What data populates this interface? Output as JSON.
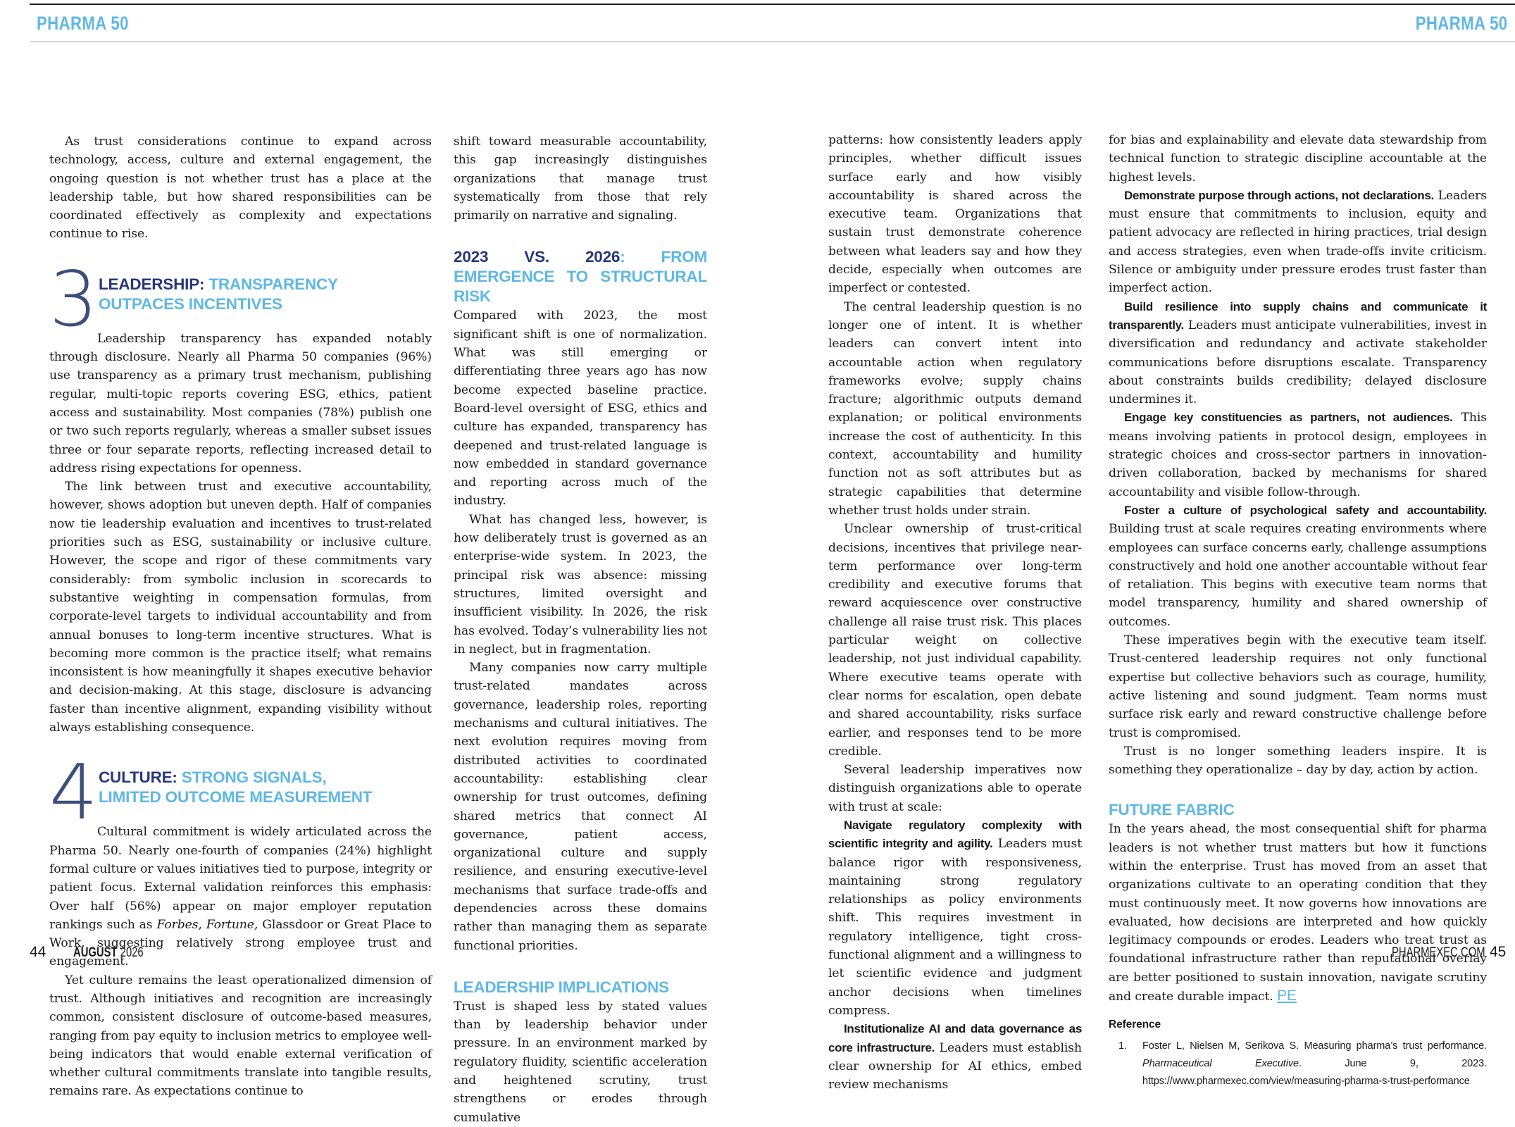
{
  "header": {
    "brand_left": "PHARMA 50",
    "brand_right": "PHARMA 50"
  },
  "col1": {
    "intro": "As trust considerations continue to expand across technology, access, culture and external engagement, the ongoing question is not whether trust has a place at the leadership table, but how shared responsibilities can be coordinated effectively as complexity and expectations continue to rise.",
    "s3": {
      "num": "3",
      "head_navy": "LEADERSHIP:",
      "head_cyan_1": " TRANSPARENCY",
      "head_cyan_2": "OUTPACES INCENTIVES",
      "p1": "Leadership transparency has expanded notably through disclosure. Nearly all Pharma 50 companies (96%) use transparency as a primary trust mechanism, publishing regular, multi-topic reports covering ESG, ethics, patient access and sustainability. Most companies (78%) publish one or two such reports regularly, whereas a smaller subset issues three or four separate reports, reflecting increased detail to address rising expectations for openness.",
      "p2": "The link between trust and executive accountability, however, shows adoption but uneven depth. Half of companies now tie leadership evaluation and incentives to trust-related priorities such as ESG, sustainability or inclusive culture. However, the scope and rigor of these commitments vary considerably: from symbolic inclusion in scorecards to substantive weighting in compensation formulas, from corporate-level targets to individual accountability and from annual bonuses to long-term incentive structures. What is becoming more common is the practice itself; what remains inconsistent is how meaningfully it shapes executive behavior and decision-making. At this stage, disclosure is advancing faster than incentive alignment, expanding visibility without always establishing consequence."
    },
    "s4": {
      "num": "4",
      "head_navy": "CULTURE:",
      "head_cyan_1": " STRONG SIGNALS,",
      "head_cyan_2": "LIMITED OUTCOME MEASUREMENT",
      "p1_a": "Cultural commitment is widely articulated across the Pharma 50. Nearly one-fourth of companies (24%) highlight formal culture or values initiatives tied to purpose, integrity or patient focus. External validation reinforces this emphasis: Over half (56%) appear on major employer reputation rankings such as ",
      "p1_forbes": "Forbes",
      "p1_comma": ", ",
      "p1_fortune": "Fortune,",
      "p1_b": " Glassdoor or Great Place to Work, suggesting relatively strong employee trust and engagement.",
      "p2": "Yet culture remains the least operationalized dimension of trust. Although initiatives and recognition are increasingly common, consistent disclosure of outcome-based measures, ranging from pay equity to inclusion metrics to employee well-being indicators that would enable external verification of whether cultural commitments translate into tangible results, remains rare. As expectations continue to"
    }
  },
  "col2": {
    "p0": "shift toward measurable accountability, this gap increasingly distinguishes organizations that manage trust systematically from those that rely primarily on narrative and signaling.",
    "h_navy": "2023 VS. 2026",
    "h_cyan": ": FROM EMERGENCE TO STRUCTURAL RISK",
    "p1": "Compared with 2023, the most significant shift is one of normalization. What was still emerging or differentiating three years ago has now become expected baseline practice. Board-level oversight of ESG, ethics and culture has expanded, transparency has deepened and trust-related language is now embedded in standard governance and reporting across much of the industry.",
    "p2": "What has changed less, however, is how deliberately trust is governed as an enterprise-wide system. In 2023, the principal risk was absence: missing structures, limited oversight and insufficient visibility. In 2026, the risk has evolved. Today’s vulnerability lies not in neglect, but in fragmentation.",
    "p3": "Many companies now carry multiple trust-related mandates across governance, leadership roles, reporting mechanisms and cultural initiatives. The next evolution requires moving from distributed activities to coordinated accountability: establishing clear ownership for trust outcomes, defining shared metrics that connect AI governance, patient access, organizational culture and supply resilience, and ensuring executive-level mechanisms that surface trade-offs and dependencies across these domains rather than managing them as separate functional priorities.",
    "h2": "LEADERSHIP IMPLICATIONS",
    "p4": "Trust is shaped less by stated values than by leadership behavior under pressure. In an environment marked by regulatory fluidity, scientific acceleration and heightened scrutiny, trust strengthens or erodes through cumulative"
  },
  "col3": {
    "p0": "patterns: how consistently leaders apply principles, whether difficult issues surface early and how visibly accountability is shared across the executive team. Organizations that sustain trust demonstrate coherence between what leaders say and how they decide, especially when outcomes are imperfect or contested.",
    "p1": "The central leadership question is no longer one of intent. It is whether leaders can convert intent into accountable action when regulatory frameworks evolve; supply chains fracture; algorithmic outputs demand explanation; or political environments increase the cost of authenticity. In this context, accountability and humility function not as soft attributes but as strategic capabilities that determine whether trust holds under strain.",
    "p2": "Unclear ownership of trust-critical decisions, incentives that privilege near-term performance over long-term credibility and executive forums that reward acquiescence over constructive challenge all raise trust risk. This places particular weight on collective leadership, not just individual capability. Where executive teams operate with clear norms for escalation, open debate and shared accountability, risks surface earlier, and responses tend to be more credible.",
    "p3": "Several leadership imperatives now distinguish organizations able to operate with trust at scale:",
    "p4_lead": "Navigate regulatory complexity with scientific integrity and agility.",
    "p4_text": " Leaders must balance rigor with responsiveness, maintaining strong regulatory relationships as policy environments shift. This requires investment in regulatory intelligence, tight cross-functional alignment and a willingness to let scientific evidence and judgment anchor decisions when timelines compress.",
    "p5_lead": "Institutionalize AI and data governance as core infrastructure.",
    "p5_text": " Leaders must establish clear ownership for AI ethics, embed review mechanisms"
  },
  "col4": {
    "p0": "for bias and explainability and elevate data stewardship from technical function to strategic discipline accountable at the highest levels.",
    "p1_lead": "Demonstrate purpose through actions, not declarations.",
    "p1_text": " Leaders must ensure that commitments to inclusion, equity and patient advocacy are reflected in hiring practices, trial design and access strategies, even when trade-offs invite criticism. Silence or ambiguity under pressure erodes trust faster than imperfect action.",
    "p2_lead": "Build resilience into supply chains and communicate it transparently.",
    "p2_text": " Leaders must anticipate vulnerabilities, invest in diversification and redundancy and activate stakeholder communications before disruptions escalate. Transparency about constraints builds credibility; delayed disclosure undermines it.",
    "p3_lead": "Engage key constituencies as partners, not audiences.",
    "p3_text": " This means involving patients in protocol design, employees in strategic choices and cross-sector partners in innovation-driven collaboration, backed by mechanisms for shared accountability and visible follow-through.",
    "p4_lead": "Foster a culture of psychological safety and accountability.",
    "p4_text": " Building trust at scale requires creating environments where employees can surface concerns early, challenge assumptions constructively and hold one another accountable without fear of retaliation. This begins with executive team norms that model transparency, humility and shared ownership of outcomes.",
    "p5": "These imperatives begin with the executive team itself. Trust-centered leadership requires not only functional expertise but collective behaviors such as courage, humility, active listening and sound judgment. Team norms must surface risk early and reward constructive challenge before trust is compromised.",
    "p6": "Trust is no longer something leaders inspire. It is something they operationalize – day by day, action by action.",
    "h": "FUTURE FABRIC",
    "p7": "In the years ahead, the most consequential shift for pharma leaders is not whether trust matters but how it functions within the enterprise. Trust has moved from an asset that organizations cultivate to an operating condition that they must continuously meet. It now governs how innovations are evaluated, how decisions are interpreted and how quickly legitimacy compounds or erodes. Leaders who treat trust as foundational infrastructure rather than reputational overlay are better positioned to sustain innovation, navigate scrutiny and create durable impact.",
    "pe": "PE",
    "ref_head": "Reference",
    "ref_num": "1.",
    "ref_a": "Foster L, Nielsen M, Serikova S. Measuring pharma’s trust performance. ",
    "ref_journal": "Pharmaceutical Executive",
    "ref_b": ". June 9, 2023. https://www.pharmexec.com/view/measuring-pharma-s-trust-performance"
  },
  "footer": {
    "page_left": "44",
    "month": "AUGUST",
    "year": " 2026",
    "site": "PHARMEXEC.COM",
    "page_right": "45"
  }
}
